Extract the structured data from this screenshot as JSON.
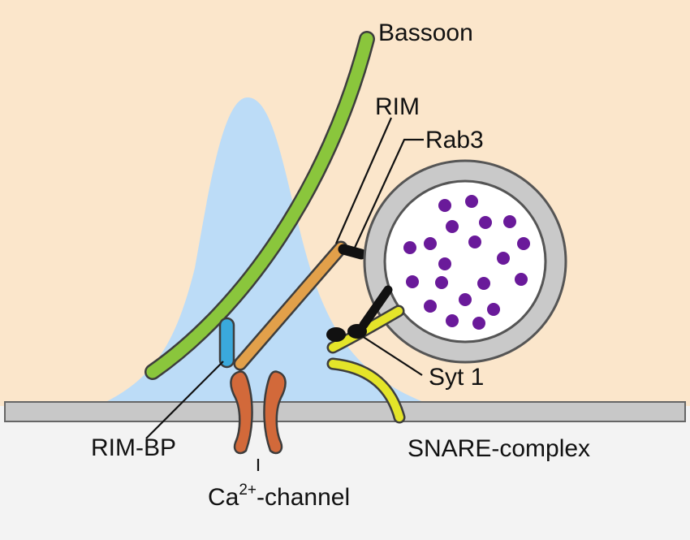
{
  "labels": {
    "bassoon": "Bassoon",
    "rim": "RIM",
    "rab3": "Rab3",
    "syt1": "Syt 1",
    "rim_bp": "RIM-BP",
    "snare": "SNARE-complex",
    "ca_prefix": "Ca",
    "ca_superscript": "2+",
    "ca_suffix": "-channel"
  },
  "colors": {
    "cytoplasm": "#fbe6cb",
    "extracellular": "#f3f3f3",
    "calcium_cloud": "#bcdcf7",
    "membrane": "#c8c8c8",
    "bassoon": "#8ac63c",
    "rim": "#e2a04a",
    "rim_bp": "#3aa9dc",
    "ca_channel": "#d2693a",
    "snare": "#e4e429",
    "vesicle_shell": "#c9c9c9",
    "neurotransmitter": "#6a1a9a",
    "syt1_rab3": "#111111"
  }
}
